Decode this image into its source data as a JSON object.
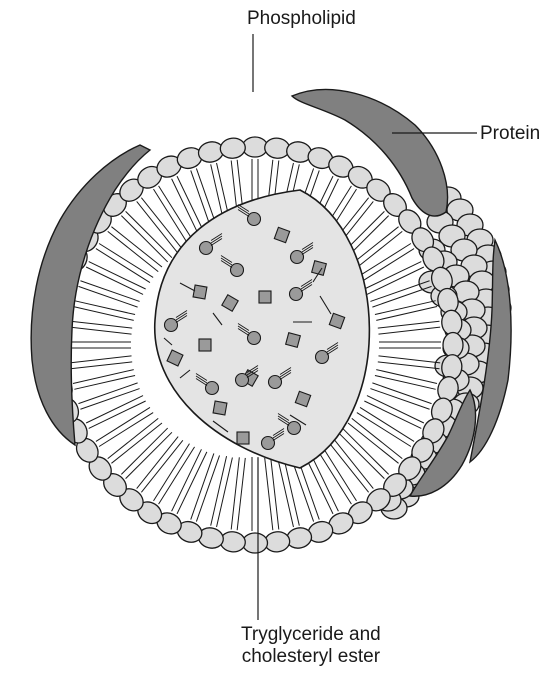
{
  "labels": {
    "phospholipid": "Phospholipid",
    "protein": "Protein",
    "core_line1": "Tryglyceride and",
    "core_line2": "cholesteryl ester"
  },
  "colors": {
    "protein_fill": "#808080",
    "head_fill": "#dcdcdc",
    "core_fill": "#e4e4e4",
    "molecule_fill": "#9a9a9a",
    "stroke": "#1a1a1a"
  }
}
